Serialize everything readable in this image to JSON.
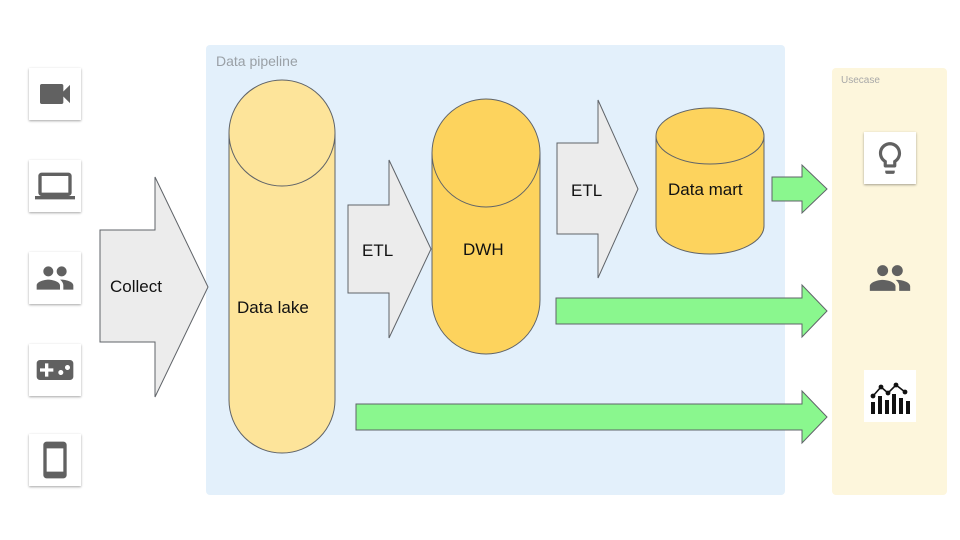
{
  "regions": {
    "pipeline_label": "Data pipeline",
    "usecase_label": "Usecase"
  },
  "sources": [
    {
      "icon": "video-camera-icon"
    },
    {
      "icon": "laptop-icon"
    },
    {
      "icon": "people-icon"
    },
    {
      "icon": "gamepad-icon"
    },
    {
      "icon": "smartphone-icon"
    }
  ],
  "steps": {
    "collect": "Collect",
    "etl_1": "ETL",
    "etl_2": "ETL"
  },
  "stores": {
    "data_lake": "Data lake",
    "dwh": "DWH",
    "data_mart": "Data mart"
  },
  "usecases": [
    {
      "icon": "lightbulb-icon"
    },
    {
      "icon": "people-icon"
    },
    {
      "icon": "analytics-chart-icon"
    }
  ],
  "colors": {
    "pipeline_bg": "#e3f0fb",
    "usecase_bg": "#fdf6dc",
    "data_lake_fill": "#fde49a",
    "warehouse_fill": "#fdd35d",
    "arrow_fill": "#ececec",
    "flow_arrow_fill": "#8af78e",
    "icon_color": "#616161"
  }
}
